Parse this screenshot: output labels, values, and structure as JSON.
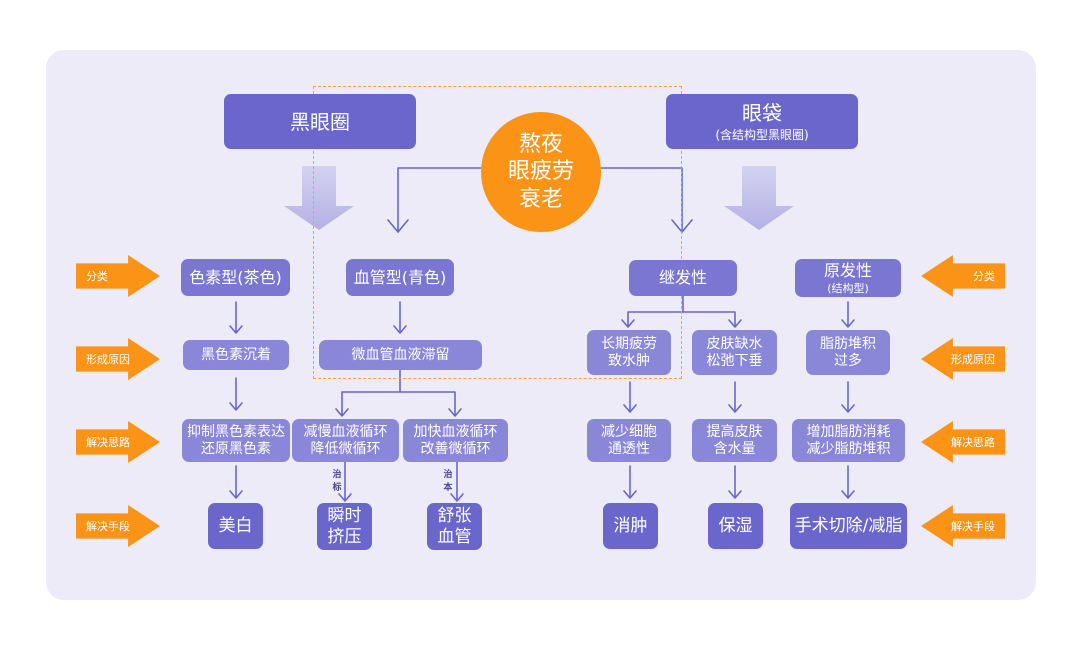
{
  "center": {
    "line1": "熬夜",
    "line2": "眼疲劳",
    "line3": "衰老"
  },
  "headers": {
    "dark_circles": "黑眼圈",
    "eye_bags": "眼袋",
    "eye_bags_sub": "(含结构型黑眼圈)"
  },
  "row_labels": {
    "category": "分类",
    "cause": "形成原因",
    "solution": "解决思路",
    "method": "解决手段"
  },
  "categories": {
    "pigment": "色素型(茶色)",
    "vascular": "血管型(青色)",
    "secondary": "继发性",
    "primary": "原发性",
    "primary_sub": "(结构型)"
  },
  "causes": {
    "pigment": "黑色素沉着",
    "vascular": "微血管血液滞留",
    "fatigue_line1": "长期疲劳",
    "fatigue_line2": "致水肿",
    "skin_line1": "皮肤缺水",
    "skin_line2": "松弛下垂",
    "fat_line1": "脂肪堆积",
    "fat_line2": "过多"
  },
  "solutions": {
    "pigment_line1": "抑制黑色素表达",
    "pigment_line2": "还原黑色素",
    "slow_line1": "减慢血液循环",
    "slow_line2": "降低微循环",
    "fast_line1": "加快血液循环",
    "fast_line2": "改善微循环",
    "cell_line1": "减少细胞",
    "cell_line2": "通透性",
    "moist_line1": "提高皮肤",
    "moist_line2": "含水量",
    "fat_line1": "增加脂肪消耗",
    "fat_line2": "减少脂肪堆积"
  },
  "notes": {
    "symptom_1": "治",
    "symptom_2": "标",
    "root_1": "治",
    "root_2": "本"
  },
  "methods": {
    "whiten": "美白",
    "squeeze_line1": "瞬时",
    "squeeze_line2": "挤压",
    "relax_line1": "舒张",
    "relax_line2": "血管",
    "swelling": "消肿",
    "moisturize": "保湿",
    "surgery": "手术切除/减脂"
  },
  "colors": {
    "accent": "#fb9416",
    "box": "#6b66cc",
    "line": "#6b66cc",
    "panel": "#ecebf7"
  }
}
